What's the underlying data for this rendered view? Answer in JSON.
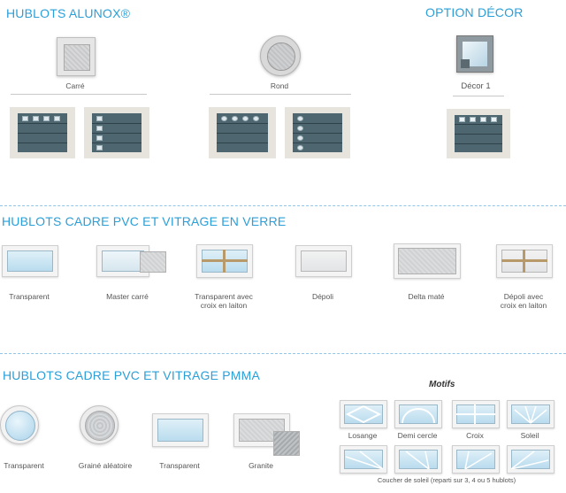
{
  "sections": {
    "alunox": {
      "title": "HUBLOTS ALUNOX®"
    },
    "decor": {
      "title": "OPTION DÉCOR"
    },
    "pvc_verre": {
      "title": "HUBLOTS CADRE PVC ET VITRAGE EN VERRE"
    },
    "pvc_pmma": {
      "title": "HUBLOTS CADRE PVC ET VITRAGE PMMA"
    }
  },
  "alunox_items": [
    {
      "label": "Carré"
    },
    {
      "label": "Rond"
    },
    {
      "label": "Décor 1"
    }
  ],
  "verre_items": [
    {
      "label": "Transparent"
    },
    {
      "label": "Master carré"
    },
    {
      "label": "Transparent avec\ncroix en laiton"
    },
    {
      "label": "Dépoli"
    },
    {
      "label": "Delta maté"
    },
    {
      "label": "Dépoli avec\ncroix en laiton"
    }
  ],
  "pmma_items": [
    {
      "label": "Transparent"
    },
    {
      "label": "Grainé aléatoire"
    },
    {
      "label": "Transparent"
    },
    {
      "label": "Granite"
    }
  ],
  "motifs": {
    "title": "Motifs",
    "items": [
      {
        "label": "Losange"
      },
      {
        "label": "Demi cercle"
      },
      {
        "label": "Croix"
      },
      {
        "label": "Soleil"
      }
    ],
    "footer": "Coucher de soleil (reparti sur 3, 4 ou 5 hublots)"
  }
}
